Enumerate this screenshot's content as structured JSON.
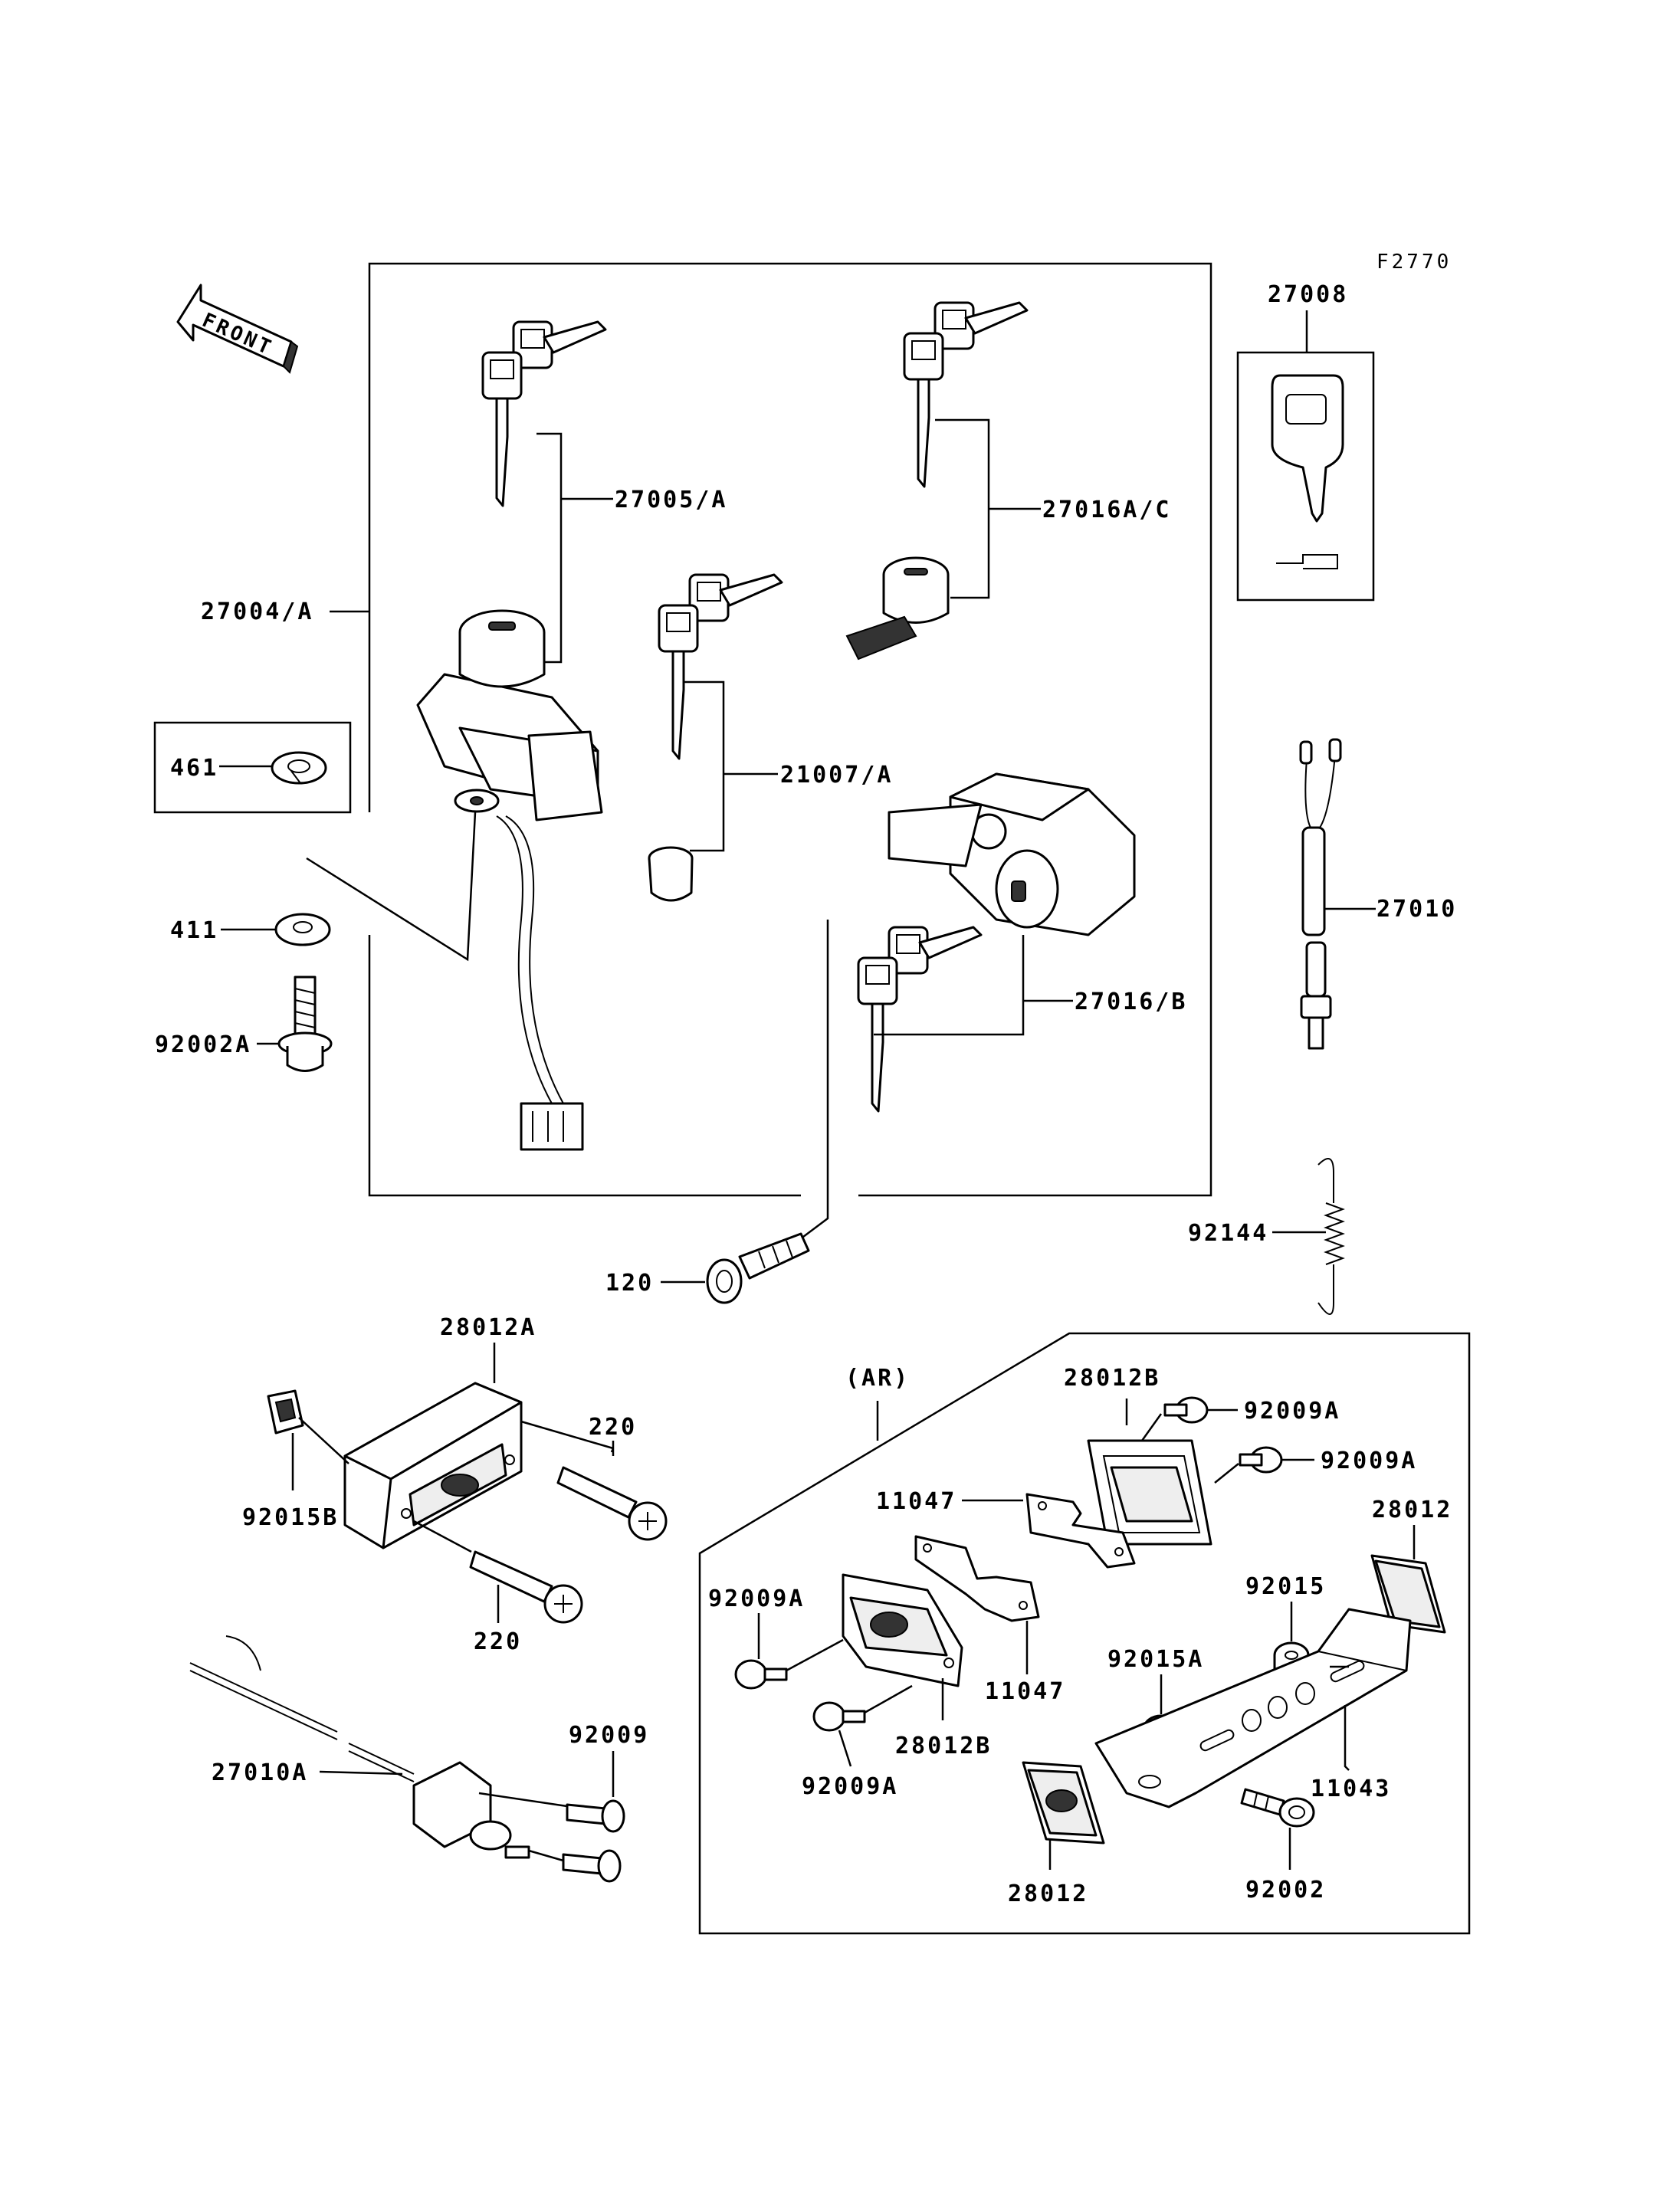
{
  "figure_code": "F2770",
  "front_arrow_text": "FRONT",
  "ar_label": "(AR)",
  "part_labels": {
    "p27004A": "27004/A",
    "p27005A": "27005/A",
    "p27016AC": "27016A/C",
    "p21007A": "21007/A",
    "p27016B": "27016/B",
    "p27008": "27008",
    "p27010": "27010",
    "p461": "461",
    "p411": "411",
    "p92002A": "92002A",
    "p120": "120",
    "p92144": "92144",
    "p28012A": "28012A",
    "p220a": "220",
    "p220b": "220",
    "p92015B": "92015B",
    "p27010A": "27010A",
    "p92009": "92009",
    "p28012Bt": "28012B",
    "p92009A1": "92009A",
    "p92009A2": "92009A",
    "p11047a": "11047",
    "p28012a": "28012",
    "p92009A3": "92009A",
    "p92015": "92015",
    "p11047b": "11047",
    "p92015A": "92015A",
    "p28012Bb": "28012B",
    "p11043": "11043",
    "p92009A4": "92009A",
    "p28012b": "28012",
    "p92002": "92002"
  }
}
